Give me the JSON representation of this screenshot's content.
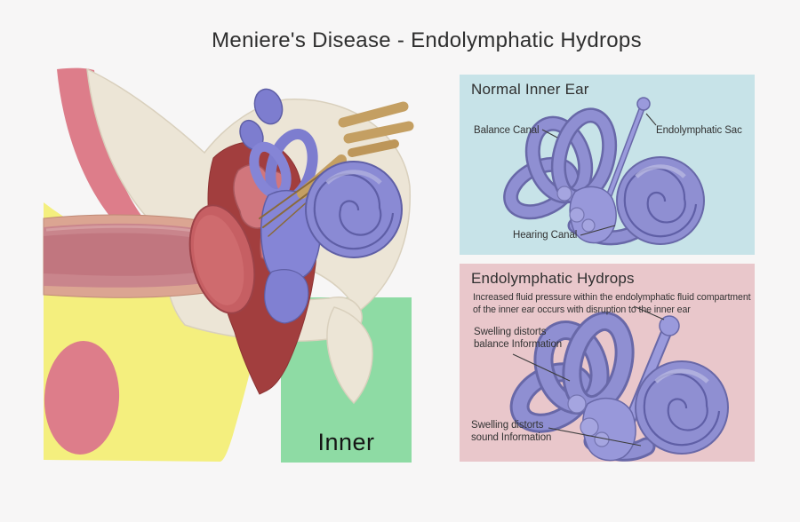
{
  "title": "Meniere's Disease - Endolymphatic Hydrops",
  "ear_diagram": {
    "inner_label": "Inner"
  },
  "normal_panel": {
    "heading": "Normal Inner Ear",
    "labels": {
      "balance_canal": "Balance Canal",
      "endolymphatic_sac": "Endolymphatic Sac",
      "hearing_canal": "Hearing Canal"
    }
  },
  "hydrops_panel": {
    "heading": "Endolymphatic Hydrops",
    "description": "Increased fluid pressure within the endolymphatic fluid compartment of the inner ear occurs with disruption to  the inner ear",
    "labels": {
      "swelling_balance": "Swelling distorts\nbalance Information",
      "swelling_sound": "Swelling distorts\nsound Information"
    }
  },
  "colors": {
    "background": "#f7f6f6",
    "panel_blue": "#c7e3e8",
    "panel_pink": "#e9c7cb",
    "inner_green": "#8edba4",
    "labyrinth_purple": "#8d8dd2",
    "bone_cream": "#ece5d6",
    "middle_ear_red": "#a23e3e",
    "cartilage_rose": "#dd7d8a",
    "fat_yellow": "#f4ef7e",
    "nerve_tan": "#c49f62",
    "text": "#2e2e2e"
  }
}
